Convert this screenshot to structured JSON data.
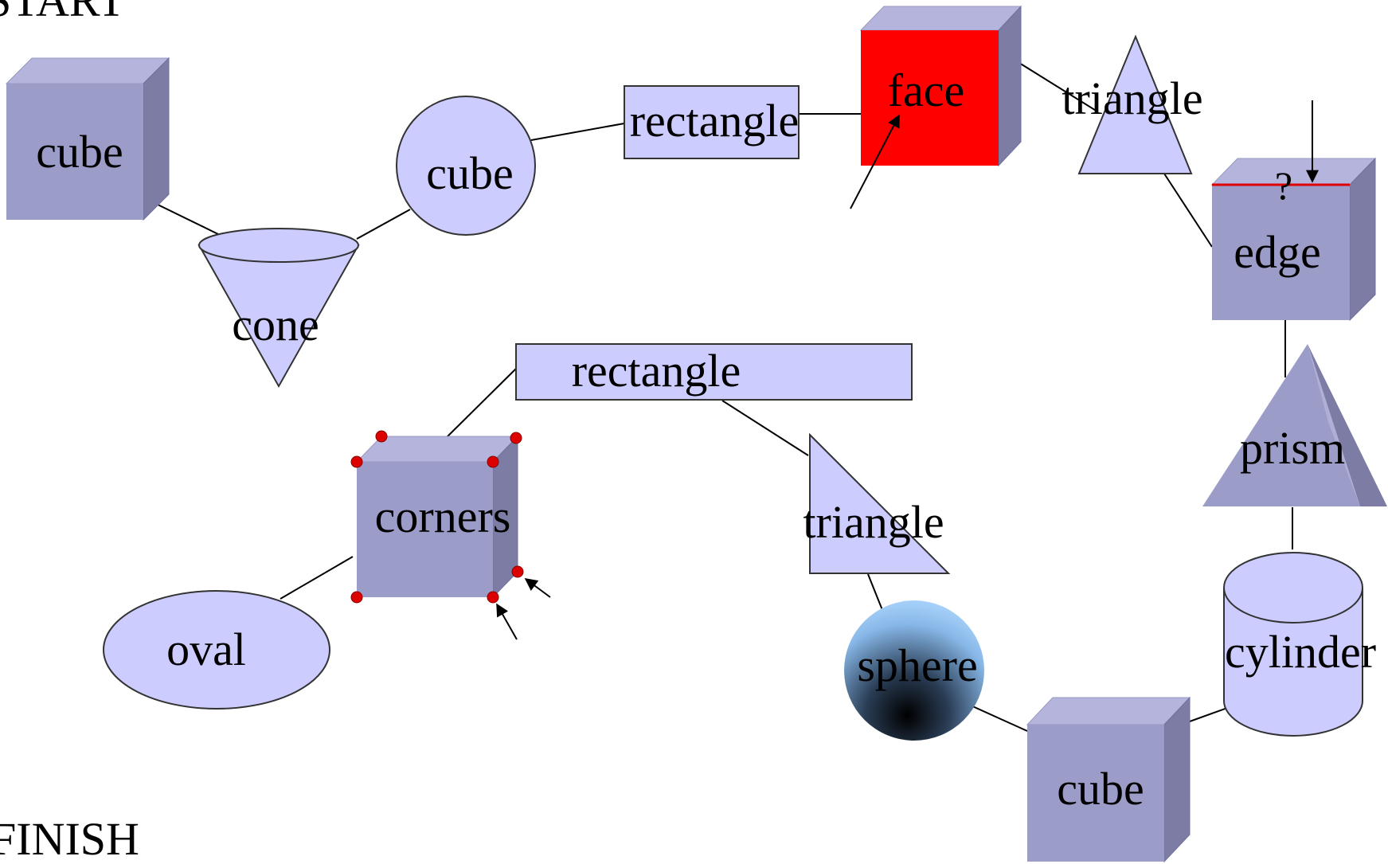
{
  "headings": {
    "start": "START",
    "finish": "FINISH"
  },
  "nodes": {
    "cube_start": "cube",
    "cone": "cone",
    "cube_circle": "cube",
    "rectangle_top": "rectangle",
    "face": "face",
    "triangle_top": "triangle",
    "edge": "edge",
    "edge_question": "?",
    "prism": "prism",
    "cylinder": "cylinder",
    "cube_bottom": "cube",
    "sphere": "sphere",
    "triangle_mid": "triangle",
    "rectangle_mid": "rectangle",
    "corners": "corners",
    "oval": "oval"
  },
  "colors": {
    "shape_fill": "#ccccff",
    "cube_front": "#9c9cc8",
    "cube_top": "#b4b4dc",
    "cube_side": "#7c7ca4",
    "face_highlight": "#ff0000",
    "corner_dot": "#dd0000",
    "edge_highlight": "#e00000"
  }
}
